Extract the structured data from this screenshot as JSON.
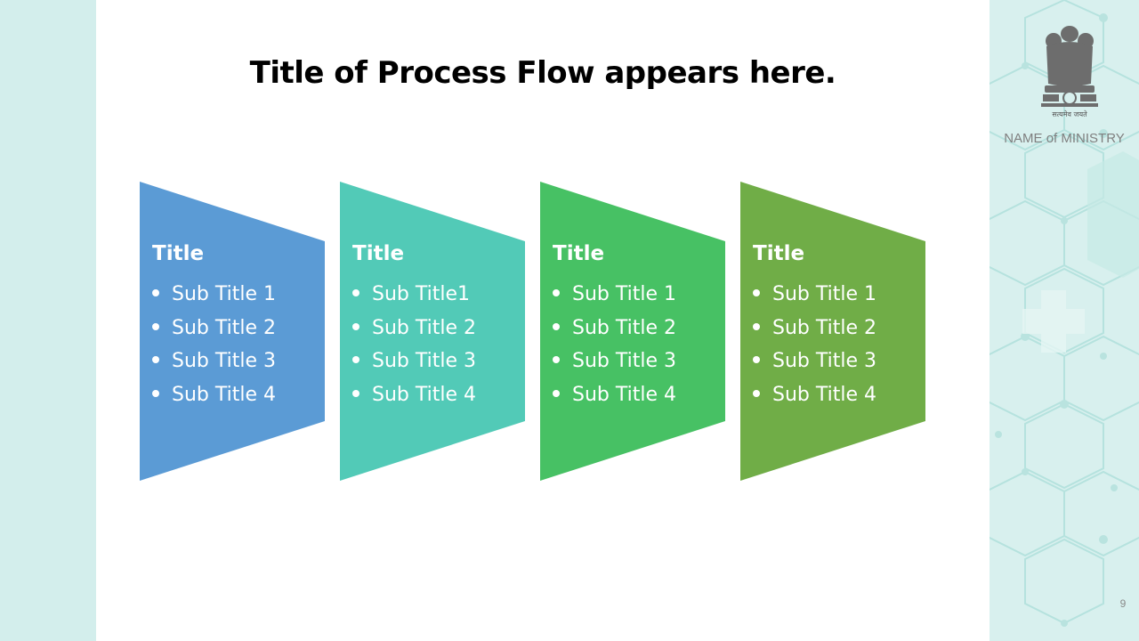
{
  "slide": {
    "title": "Title of Process Flow appears here.",
    "page_number": "9"
  },
  "sidebar": {
    "ministry_name": "NAME of MINISTRY",
    "emblem_motto": "सत्यमेव जयते"
  },
  "steps": [
    {
      "title": "Title",
      "color": "#5b9bd5",
      "items": [
        "Sub Title 1",
        "Sub Title 2",
        "Sub Title 3",
        "Sub Title 4"
      ]
    },
    {
      "title": "Title",
      "color": "#52cab7",
      "items": [
        "Sub Title1",
        "Sub Title 2",
        "Sub Title 3",
        "Sub Title 4"
      ]
    },
    {
      "title": "Title",
      "color": "#47c164",
      "items": [
        "Sub Title 1",
        "Sub Title 2",
        "Sub Title 3",
        "Sub Title 4"
      ]
    },
    {
      "title": "Title",
      "color": "#70ad47",
      "items": [
        "Sub Title 1",
        "Sub Title 2",
        "Sub Title 3",
        "Sub Title 4"
      ]
    }
  ]
}
